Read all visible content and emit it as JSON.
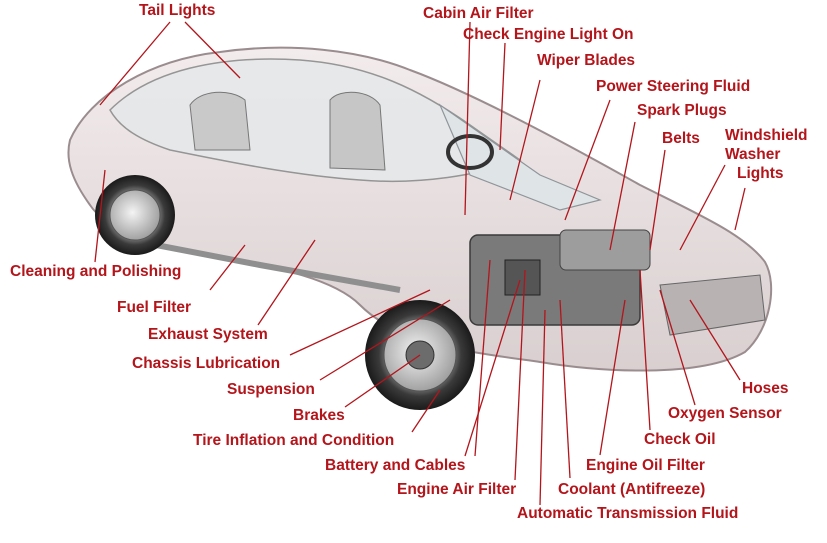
{
  "diagram": {
    "accent_color": "#b3151b",
    "labels": {
      "tail_lights": "Tail Lights",
      "cabin_air_filter": "Cabin Air Filter",
      "check_engine_light": "Check Engine Light On",
      "wiper_blades": "Wiper Blades",
      "power_steering_fluid": "Power Steering Fluid",
      "spark_plugs": "Spark Plugs",
      "belts": "Belts",
      "windshield_washer_1": "Windshield",
      "windshield_washer_2": "Washer",
      "lights": "Lights",
      "cleaning_polishing": "Cleaning and Polishing",
      "fuel_filter": "Fuel Filter",
      "exhaust_system": "Exhaust System",
      "chassis_lubrication": "Chassis Lubrication",
      "suspension": "Suspension",
      "brakes": "Brakes",
      "tire_inflation": "Tire Inflation and Condition",
      "battery_cables": "Battery and Cables",
      "engine_air_filter": "Engine Air Filter",
      "automatic_transmission_fluid": "Automatic Transmission Fluid",
      "coolant": "Coolant (Antifreeze)",
      "engine_oil_filter": "Engine Oil Filter",
      "check_oil": "Check Oil",
      "oxygen_sensor": "Oxygen Sensor",
      "hoses": "Hoses"
    }
  }
}
